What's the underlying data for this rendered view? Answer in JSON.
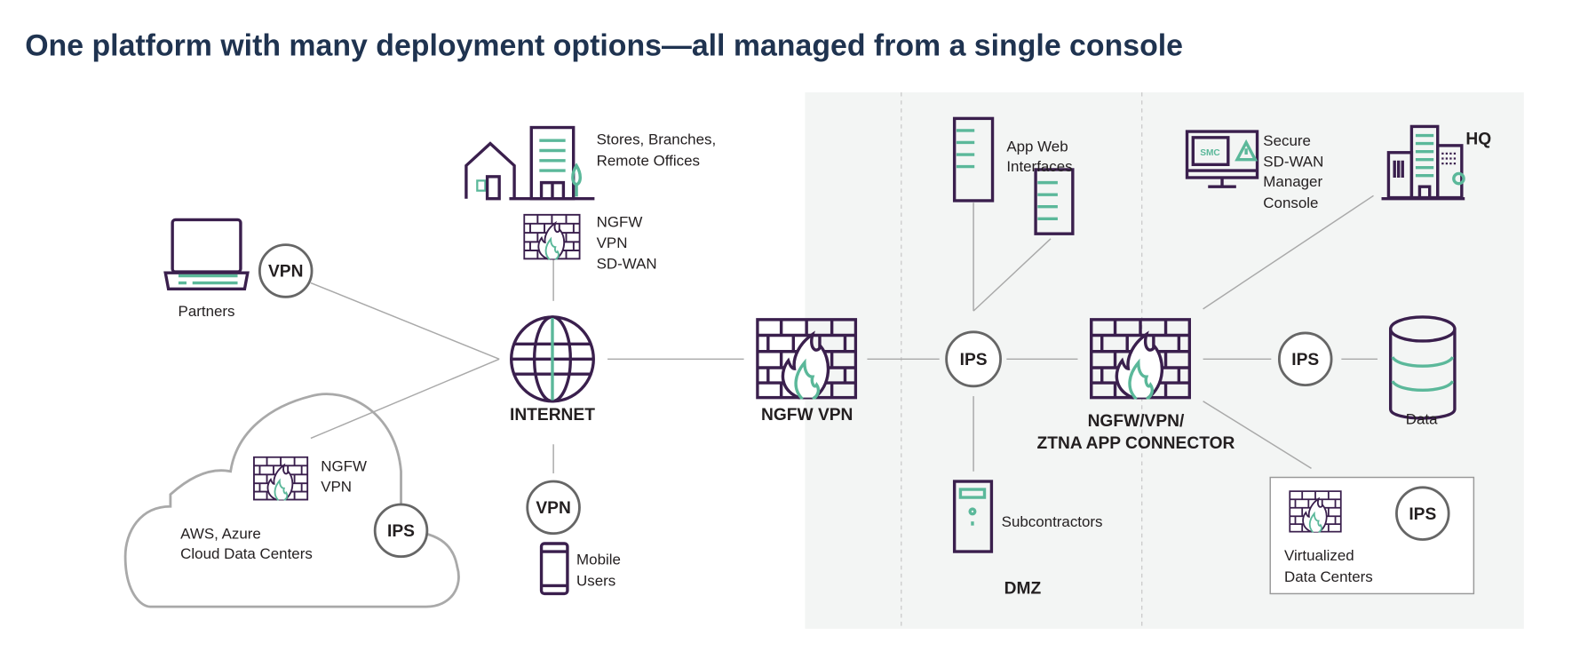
{
  "title": "One platform with many deployment options—all managed from a single console",
  "colors": {
    "primary": "#3a1f4d",
    "accent": "#5bb89a",
    "title": "#1f3350",
    "panel": "#f3f5f4",
    "connector": "#a9a9a9"
  },
  "nodes": {
    "partners": {
      "label": "Partners",
      "badge": "VPN"
    },
    "stores": {
      "lines": [
        "Stores, Branches,",
        "Remote Offices"
      ]
    },
    "branch_firewall": {
      "lines": [
        "NGFW",
        "VPN",
        "SD-WAN"
      ]
    },
    "internet": {
      "label": "INTERNET"
    },
    "cloud": {
      "firewall_lines": [
        "NGFW",
        "VPN"
      ],
      "lines": [
        "AWS, Azure",
        "Cloud Data Centers"
      ],
      "badge": "IPS"
    },
    "mobile": {
      "badge": "VPN",
      "lines": [
        "Mobile",
        "Users"
      ]
    },
    "ngfw_vpn": {
      "label": "NGFW VPN"
    },
    "dmz_ips": {
      "badge": "IPS"
    },
    "app_web": {
      "lines": [
        "App Web",
        "Interfaces"
      ]
    },
    "subcontractors": {
      "label": "Subcontractors"
    },
    "dmz": {
      "label": "DMZ"
    },
    "connector": {
      "lines": [
        "NGFW/VPN/",
        "ZTNA APP CONNECTOR"
      ]
    },
    "smc": {
      "screen_label": "SMC",
      "lines": [
        "Secure",
        "SD-WAN",
        "Manager",
        "Console"
      ]
    },
    "hq": {
      "label": "HQ"
    },
    "data": {
      "badge": "IPS",
      "label": "Data"
    },
    "virtualized": {
      "badge": "IPS",
      "lines": [
        "Virtualized",
        "Data Centers"
      ]
    }
  }
}
